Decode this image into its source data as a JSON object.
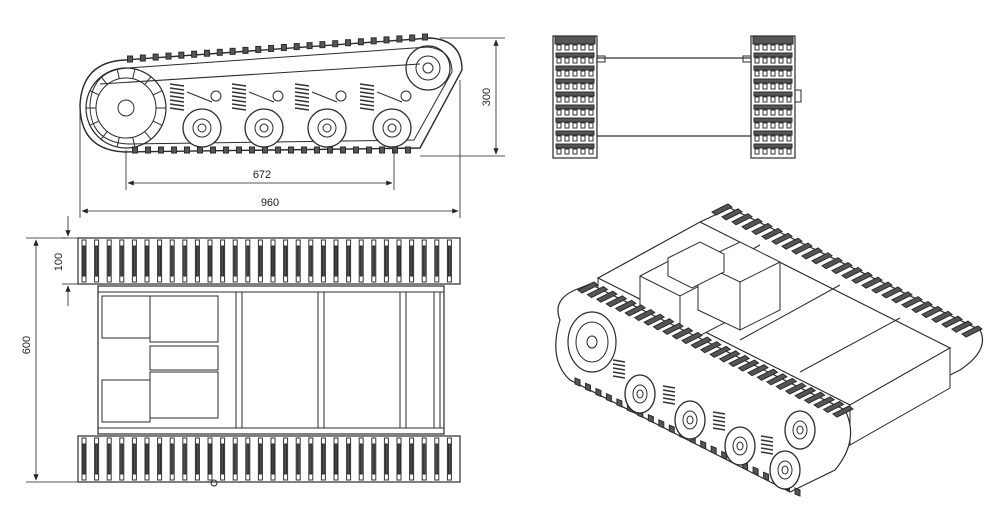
{
  "dimensions": {
    "side_height": "300",
    "wheelbase": "672",
    "overall_length": "960",
    "track_width": "100",
    "overall_width": "600"
  },
  "colors": {
    "line": "#2b2b2b",
    "track_fill": "#555555",
    "frame_fill": "#ffffff"
  },
  "views": [
    "side-view",
    "front-view",
    "top-view",
    "isometric-view"
  ]
}
